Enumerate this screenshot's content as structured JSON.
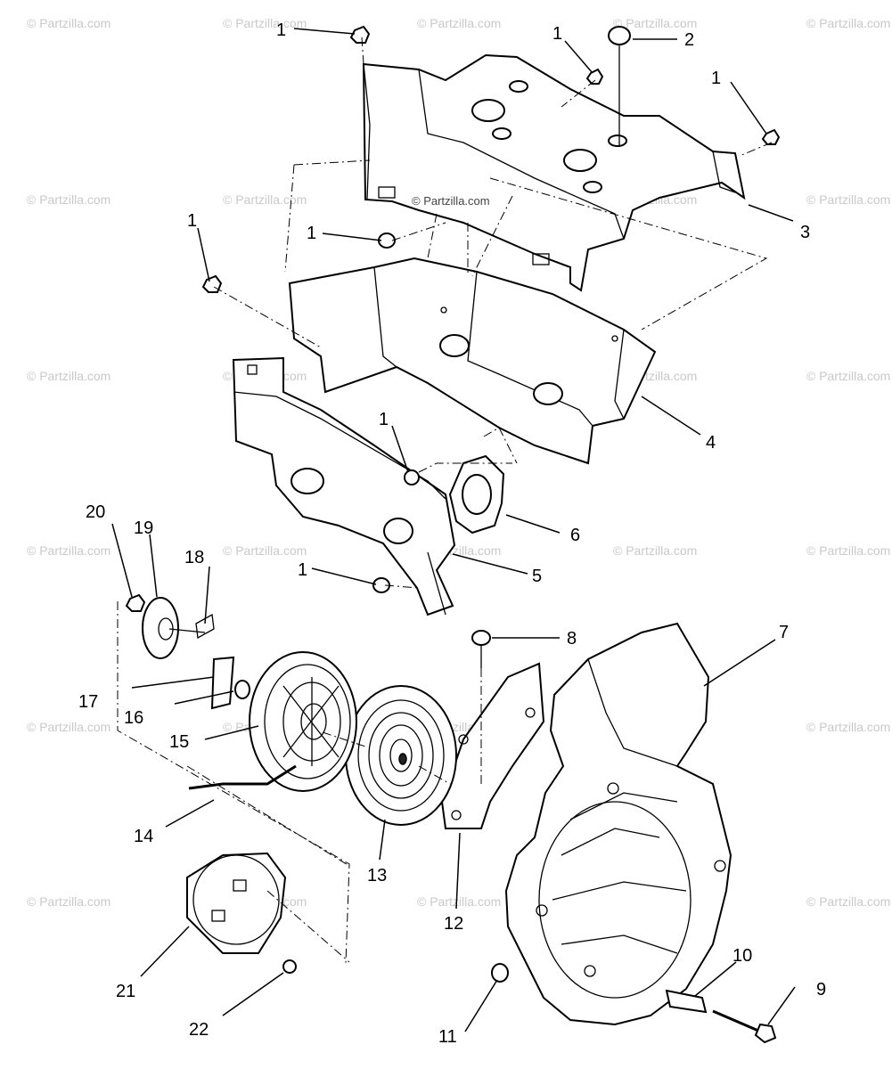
{
  "watermark": "© Partzilla.com",
  "center_watermark": "© Partzilla.com",
  "callouts": {
    "c1a": "1",
    "c1b": "1",
    "c1c": "1",
    "c1d": "1",
    "c1e": "1",
    "c1f": "1",
    "c1g": "1",
    "c2": "2",
    "c3": "3",
    "c4": "4",
    "c5": "5",
    "c6": "6",
    "c7": "7",
    "c8": "8",
    "c9": "9",
    "c10": "10",
    "c11": "11",
    "c12": "12",
    "c13": "13",
    "c14": "14",
    "c15": "15",
    "c16": "16",
    "c17": "17",
    "c18": "18",
    "c19": "19",
    "c20": "20",
    "c21": "21",
    "c22": "22"
  }
}
